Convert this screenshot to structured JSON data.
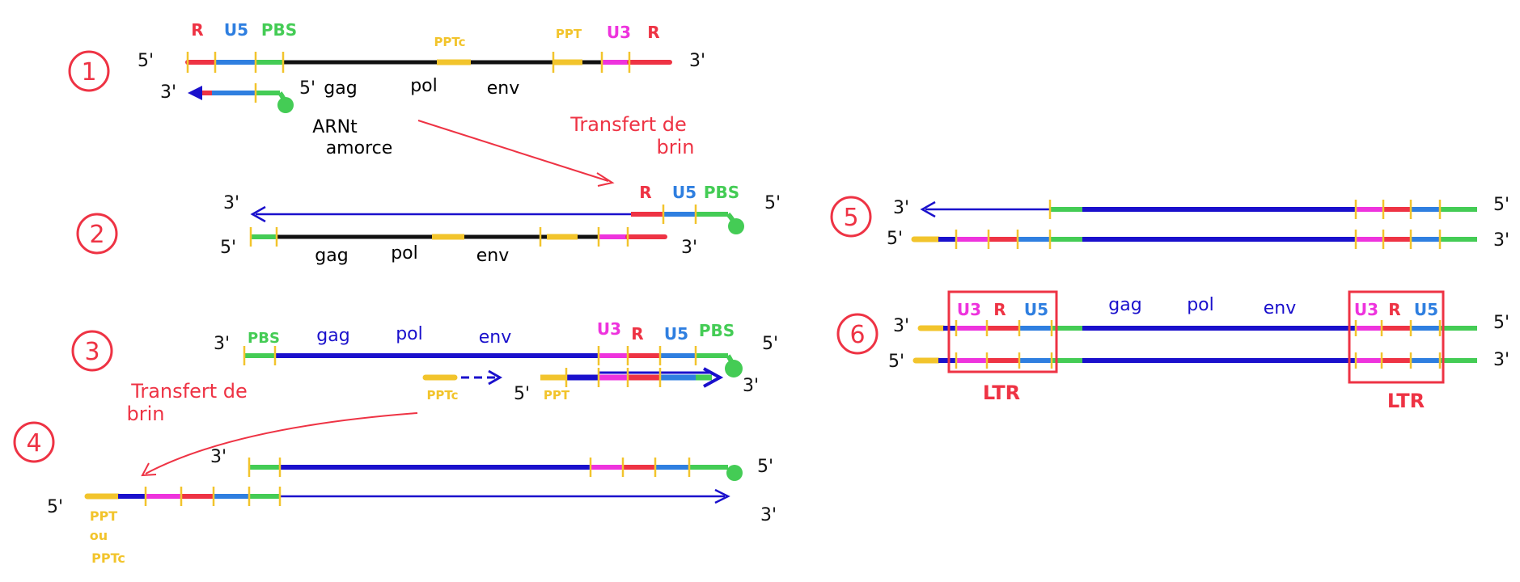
{
  "colors": {
    "R": "#ee3344",
    "U5": "#2f7fe0",
    "PBS": "#44cc55",
    "U3": "#ee33dd",
    "PPT": "#f2c42c",
    "rna": "#111111",
    "dna": "#1a10cc",
    "note": "#ee3344",
    "tick": "#f2c42c"
  },
  "segments": {
    "R": "R",
    "U5": "U5",
    "PBS": "PBS",
    "U3": "U3",
    "PPT": "PPT",
    "PPTc": "PPTc"
  },
  "ends": {
    "five": "5'",
    "three": "3'"
  },
  "genes": {
    "gag": "gag",
    "pol": "pol",
    "env": "env"
  },
  "steps": {
    "s1": "1",
    "s2": "2",
    "s3": "3",
    "s4": "4",
    "s5": "5",
    "s6": "6",
    "trna_line1": "ARNt",
    "trna_line2": "amorce",
    "transfer_1a": "Transfert de",
    "transfer_1b": "brin",
    "transfer_2a": "Transfert de",
    "transfer_2b": "brin",
    "ppt_or_line1": "PPT",
    "ppt_or_line2": "ou",
    "ppt_or_line3": "PPTc",
    "ltr": "LTR"
  }
}
